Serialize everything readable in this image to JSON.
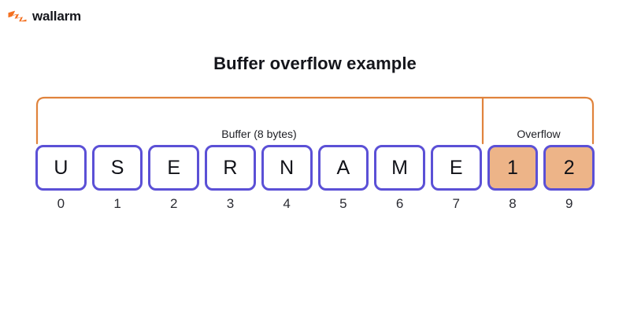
{
  "brand": {
    "name": "wallarm",
    "mark_icon": "wallarm-lightning-icon",
    "mark_color": "#f37021"
  },
  "page": {
    "title": "Buffer overflow example",
    "background": "#ffffff"
  },
  "diagram": {
    "bracket_color": "#e0833c",
    "cell_border_color": "#5b50d6",
    "cell_fill": "#ffffff",
    "overflow_fill": "#edb488",
    "groups": [
      {
        "id": "buffer",
        "label": "Buffer (8 bytes)",
        "span": 8
      },
      {
        "id": "overflow",
        "label": "Overflow",
        "span": 2
      }
    ],
    "cells": [
      {
        "value": "U",
        "index": "0",
        "overflow": false
      },
      {
        "value": "S",
        "index": "1",
        "overflow": false
      },
      {
        "value": "E",
        "index": "2",
        "overflow": false
      },
      {
        "value": "R",
        "index": "3",
        "overflow": false
      },
      {
        "value": "N",
        "index": "4",
        "overflow": false
      },
      {
        "value": "A",
        "index": "5",
        "overflow": false
      },
      {
        "value": "M",
        "index": "6",
        "overflow": false
      },
      {
        "value": "E",
        "index": "7",
        "overflow": false
      },
      {
        "value": "1",
        "index": "8",
        "overflow": true
      },
      {
        "value": "2",
        "index": "9",
        "overflow": true
      }
    ]
  }
}
